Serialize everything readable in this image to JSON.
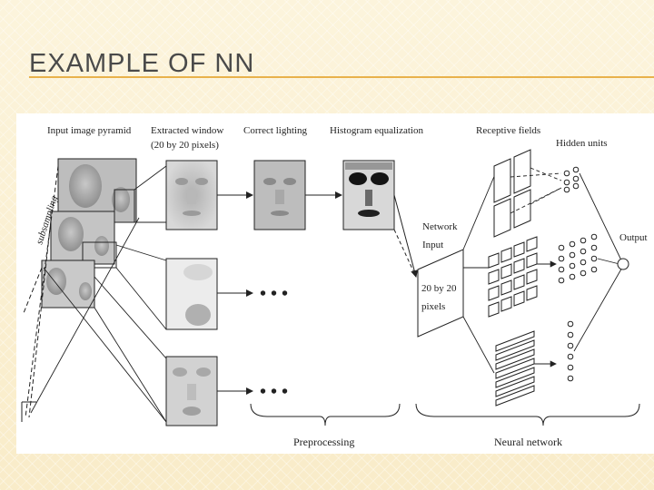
{
  "slide": {
    "title": "EXAMPLE OF NN"
  },
  "diagram": {
    "labels": {
      "input_pyramid": "Input image pyramid",
      "extracted_window_1": "Extracted window",
      "extracted_window_2": "(20 by 20 pixels)",
      "correct_lighting": "Correct lighting",
      "histogram_equalization": "Histogram equalization",
      "receptive_fields": "Receptive fields",
      "hidden_units": "Hidden units",
      "subsampling": "subsampling",
      "network_input_1": "Network",
      "network_input_2": "Input",
      "input_size_1": "20 by 20",
      "input_size_2": "pixels",
      "output": "Output",
      "preprocessing": "Preprocessing",
      "neural_network": "Neural network",
      "ellipsis": "• • •"
    }
  }
}
